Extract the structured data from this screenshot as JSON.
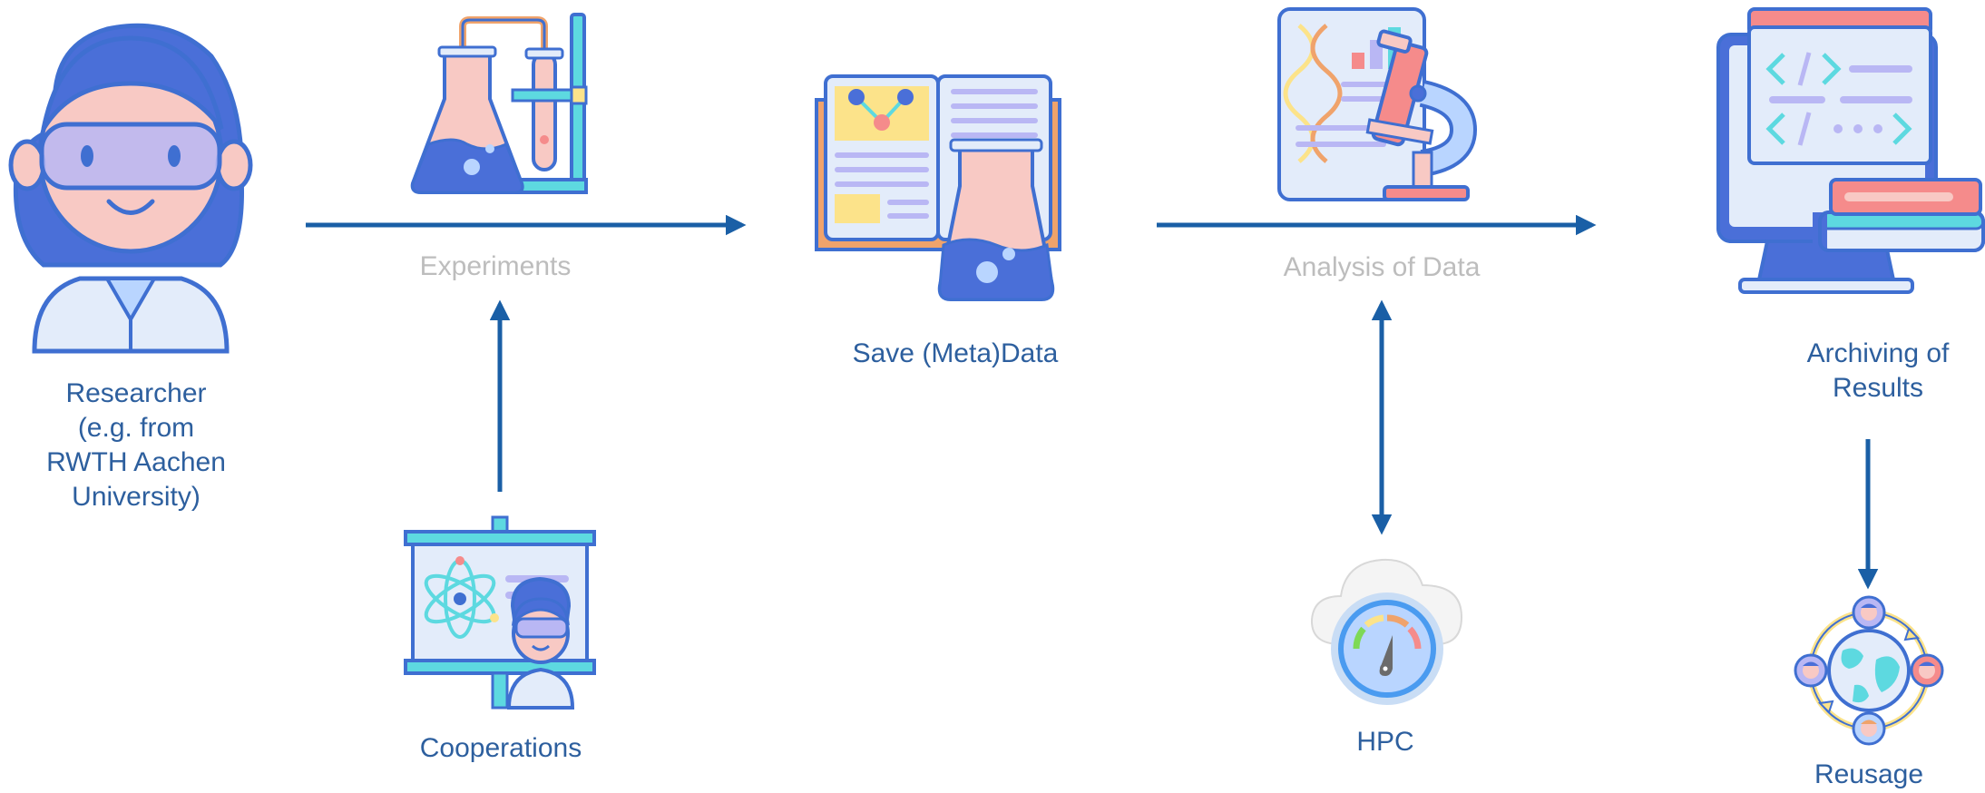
{
  "colors": {
    "arrow": "#1A5FA6",
    "label_active": "#2D5F9E",
    "label_muted": "#BDBDBD",
    "outline": "#3F6FD1",
    "icon_blue": "#4A6FD8",
    "skin": "#F8C9C4",
    "teal": "#5DD9E0",
    "light": "#E3ECFA",
    "lavender": "#B9B7F4",
    "yellow": "#FCE38A",
    "orange": "#F0A36B",
    "pink": "#F58B8B"
  },
  "nodes": {
    "researcher": {
      "icon": "scientist-icon",
      "lines": [
        "Researcher",
        "(e.g. from",
        "RWTH Aachen",
        "University)"
      ]
    },
    "experiments": {
      "icon": "lab-flask-icon",
      "label": "Experiments"
    },
    "cooperations": {
      "icon": "presentation-board-icon",
      "label": "Cooperations"
    },
    "save": {
      "icon": "notebook-flask-icon",
      "label": "Save (Meta)Data"
    },
    "analysis": {
      "icon": "microscope-report-icon",
      "label": "Analysis of Data"
    },
    "hpc": {
      "icon": "cloud-gauge-icon",
      "label": "HPC"
    },
    "archive": {
      "icon": "computer-books-icon",
      "lines": [
        "Archiving of",
        "Results"
      ]
    },
    "reusage": {
      "icon": "globe-people-cycle-icon",
      "label": "Reusage"
    }
  }
}
